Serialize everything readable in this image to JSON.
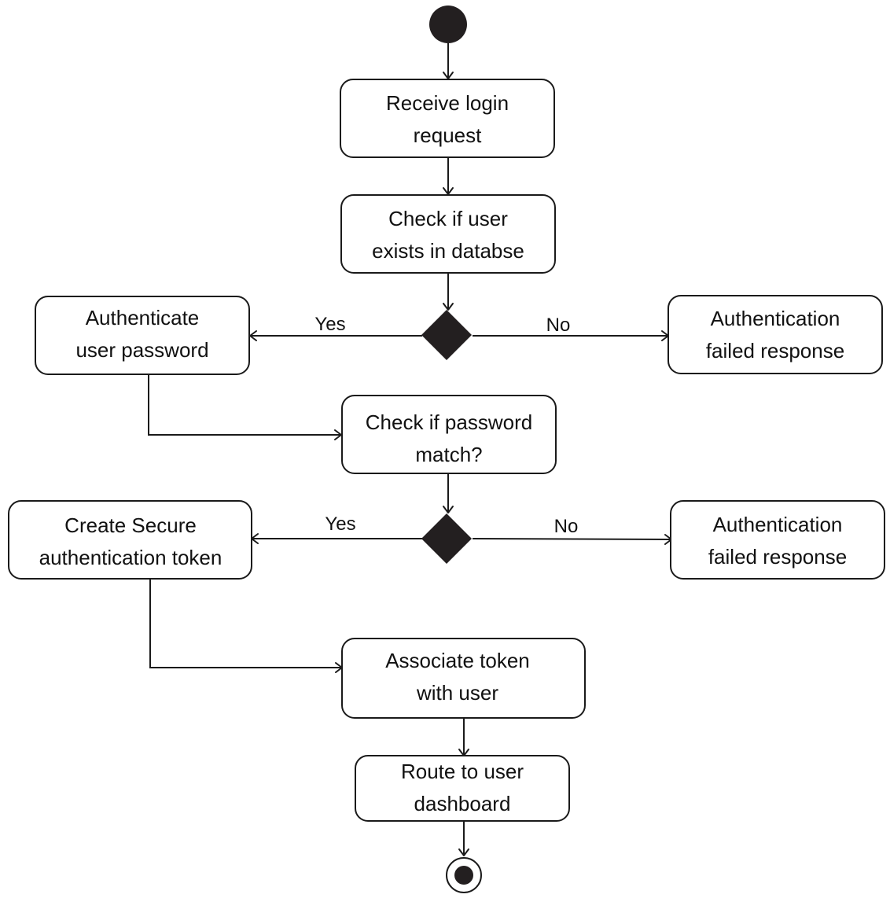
{
  "diagram": {
    "nodes": {
      "receive": {
        "line1": "Receive login",
        "line2": "request"
      },
      "check_user": {
        "line1": "Check if user",
        "line2": "exists in databse"
      },
      "auth_password": {
        "line1": "Authenticate",
        "line2": "user password"
      },
      "fail1": {
        "line1": "Authentication",
        "line2": "failed response"
      },
      "check_pw": {
        "line1": "Check if password",
        "line2": "match?"
      },
      "create_token": {
        "line1": "Create Secure",
        "line2": "authentication token"
      },
      "fail2": {
        "line1": "Authentication",
        "line2": "failed response"
      },
      "associate": {
        "line1": "Associate token",
        "line2": "with user"
      },
      "route": {
        "line1": "Route to user",
        "line2": "dashboard"
      }
    },
    "labels": {
      "yes1": "Yes",
      "no1": "No",
      "yes2": "Yes",
      "no2": "No"
    },
    "colors": {
      "fill": "#231f20",
      "stroke": "#1a1a1a",
      "text": "#111111",
      "background": "#ffffff"
    }
  }
}
